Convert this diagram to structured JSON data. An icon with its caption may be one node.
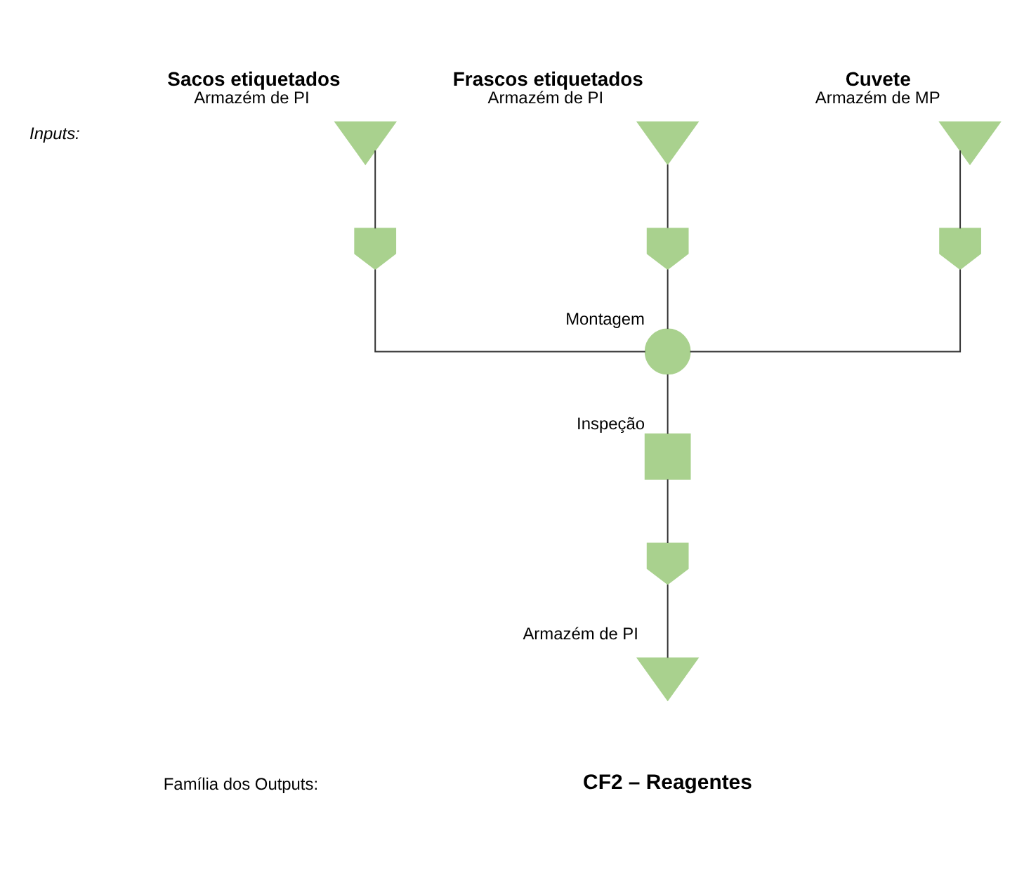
{
  "diagram": {
    "nodes": [
      {
        "text": [
          "Sacos etiquetados"
        ],
        "beside": [
          "Armazém de PI"
        ]
      },
      {
        "text": [],
        "shape": "arrow"
      },
      {
        "text": [
          "Frascos etiquetados"
        ],
        "beside": [
          "Armazém de PI"
        ]
      },
      {
        "text": [],
        "shape": "arrow"
      },
      {
        "text": [
          "Cuvete"
        ],
        "beside": [
          "Armazém de MP"
        ]
      },
      {
        "text": [],
        "shape": "arrow"
      },
      {
        "text": [],
        "shape": "circle",
        "beside": [
          "Montagem"
        ]
      },
      {
        "text": [],
        "shape": "box",
        "beside": [
          "Inspeção"
        ]
      },
      {
        "text": [],
        "shape": "arrow"
      },
      {
        "text": [],
        "shape": "triangle",
        "beside": [
          "Armazém de PI"
        ]
      }
    ],
    "edges": [
      {
        "from": 0,
        "to": 1,
        "arrow": "none"
      },
      {
        "from": 2,
        "to": 3,
        "arrow": "none"
      },
      {
        "from": 4,
        "to": 5,
        "arrow": "none"
      },
      {
        "from": 1,
        "to": 6,
        "arrow": "none"
      },
      {
        "from": 3,
        "to": 6,
        "arrow": "none"
      },
      {
        "from": 5,
        "to": 6,
        "arrow": "none"
      },
      {
        "from": 6,
        "to": 7,
        "arrow": "none"
      },
      {
        "from": 7,
        "to": 8,
        "arrow": "none"
      },
      {
        "from": 8,
        "to": 9,
        "arrow": "none"
      }
    ],
    "labels": [
      "Inputs:",
      "Família dos Outputs:",
      "CF2 – Reagentes"
    ]
  }
}
